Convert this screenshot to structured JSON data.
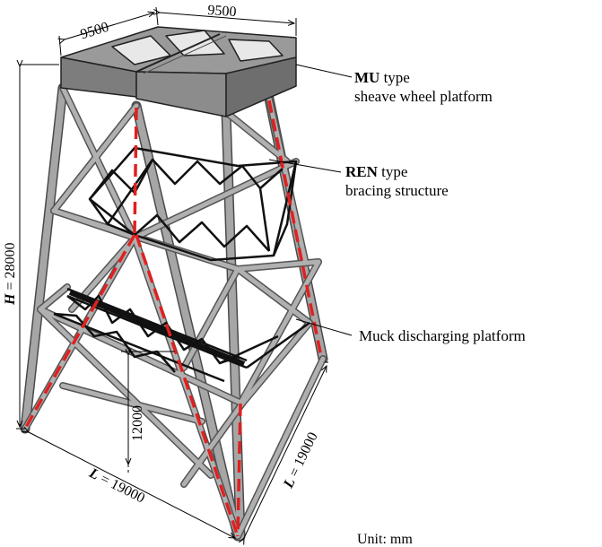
{
  "dimensions": {
    "top_left_width": "9500",
    "top_right_width": "9500",
    "height_symbol": "H",
    "height_value": " = 28000",
    "platform_height": "12000",
    "base_left_symbol": "L",
    "base_left_value": " = 19000",
    "base_right_symbol": "L",
    "base_right_value": " = 19000"
  },
  "labels": {
    "mu_bold": "MU",
    "mu_rest": " type",
    "mu_line2": "sheave wheel platform",
    "ren_bold": "REN",
    "ren_rest": " type",
    "ren_line2": "bracing structure",
    "muck": "Muck discharging platform",
    "unit": "Unit: mm"
  },
  "colors": {
    "member": "#9a9a9a",
    "member_edge": "#4a4a4a",
    "bracing": "#111111",
    "corner_dash": "#e02020",
    "platform": "#8c8c8c"
  }
}
